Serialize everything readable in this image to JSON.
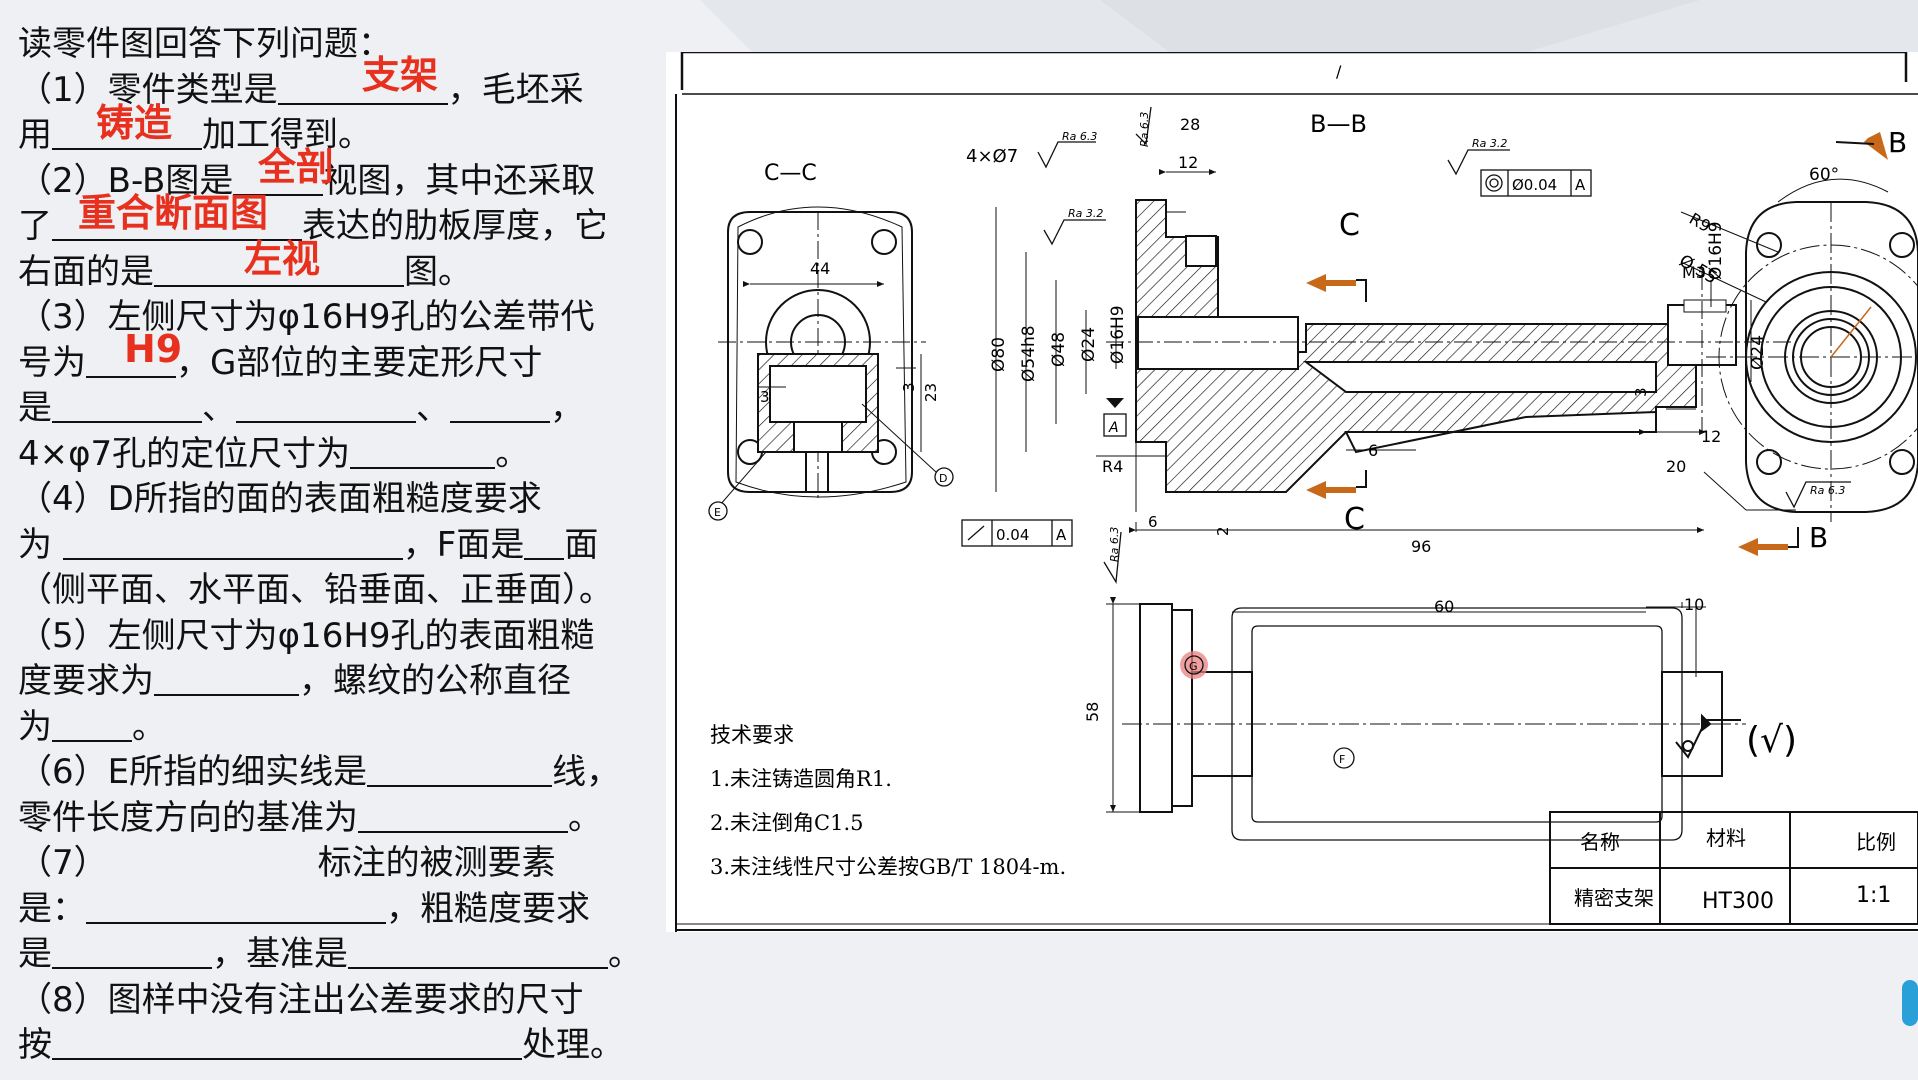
{
  "questions": {
    "heading": "读零件图回答下列问题：",
    "q1": {
      "a": "（1）零件类型是",
      "b": "，毛坯采",
      "c": "用",
      "d": "加工得到。"
    },
    "q2": {
      "a": "（2）B-B图是",
      "b": "视图，其中还采取",
      "c": "了",
      "d": "表达的肋板厚度，它",
      "e": "右面的是",
      "f": "图。"
    },
    "q3": {
      "a": "（3）左侧尺寸为φ16H9孔的公差带代",
      "b": "号为",
      "c": "，G部位的主要定形尺寸",
      "d": "是",
      "sep1": "、",
      "sep2": "、",
      "sep3": "，",
      "e": "4×φ7孔的定位尺寸为",
      "f": "。"
    },
    "q4": {
      "a": "（4）D所指的面的表面粗糙度要求",
      "b": "为",
      "c": "，F面是",
      "d": "面",
      "e": "（侧平面、水平面、铅垂面、正垂面）。"
    },
    "q5": {
      "a": "（5）左侧尺寸为φ16H9孔的表面粗糙",
      "b": "度要求为",
      "c": "，螺纹的公称直径",
      "d": "为",
      "e": "。"
    },
    "q6": {
      "a": "（6）E所指的细实线是",
      "b": "线，",
      "c": "零件长度方向的基准为",
      "d": "。"
    },
    "q7": {
      "a": "（7）",
      "b": "标注的被测要素",
      "c": "是：",
      "d": "，粗糙度要求",
      "e": "是",
      "f": "，基准是",
      "g": "。"
    },
    "q8": {
      "a": "（8）图样中没有注出公差要求的尺寸",
      "b": "按",
      "c": "处理。"
    }
  },
  "answers": {
    "part_type": "支架",
    "blank_method": "铸造",
    "bb_view": "全剖",
    "extra_view": "重合断面图",
    "right_view": "左视",
    "tolerance_code": "H9"
  },
  "drawing": {
    "view_cc": "C—C",
    "view_bb": "B—B",
    "view_c_upper": "C",
    "view_c_lower": "C",
    "view_b": "B",
    "view_b_lower": "B",
    "slash": "/",
    "dims": {
      "holes": "4×Ø7",
      "d28": "28",
      "d12a": "12",
      "ra63a": "Ra 6.3",
      "ra63v": "Ra 6.3",
      "ra32a": "Ra 3.2",
      "ra32b": "Ra 3.2",
      "ra63b": "Ra 6.3",
      "ra63c": "Ra 6.3",
      "d44": "44",
      "d23": "23",
      "d3a": "3",
      "d3b": "3",
      "phi80": "Ø80",
      "phi54h8": "Ø54h8",
      "phi48": "Ø48",
      "phi24": "Ø24",
      "phi16h9a": "Ø16H9",
      "phi16h9b": "Ø16H9",
      "phi24b": "Ø24",
      "m3": "M3",
      "d3c": "3",
      "d12b": "12",
      "d20": "20",
      "d6a": "6",
      "d6b": "6",
      "d2": "2",
      "r4": "R4",
      "d96": "96",
      "d60a": "60",
      "d10": "10",
      "d58": "58",
      "d60b": "60°",
      "r9": "R9",
      "phi55": "Ø 55",
      "tol1_val": "Ø0.04",
      "tol1_ref": "A",
      "tol2_val": "0.04",
      "tol2_ref": "A",
      "datum": "A",
      "label_d": "D",
      "label_e": "E",
      "label_f": "F",
      "label_g": "G"
    },
    "tech_title": "技术要求",
    "tech_items": [
      "1.未注铸造圆角R1.",
      "2.未注倒角C1.5",
      "3.未注线性尺寸公差按GB/T 1804-m."
    ],
    "rough_note": "(√)",
    "title_block": {
      "h1": "名称",
      "h2": "材料",
      "h3": "比例",
      "v1": "精密支架",
      "v2": "HT300",
      "v3": "1:1"
    }
  },
  "colors": {
    "answer": "#e8301e",
    "arrow": "#c8691a",
    "line": "#111111",
    "marker": "#e88080"
  }
}
